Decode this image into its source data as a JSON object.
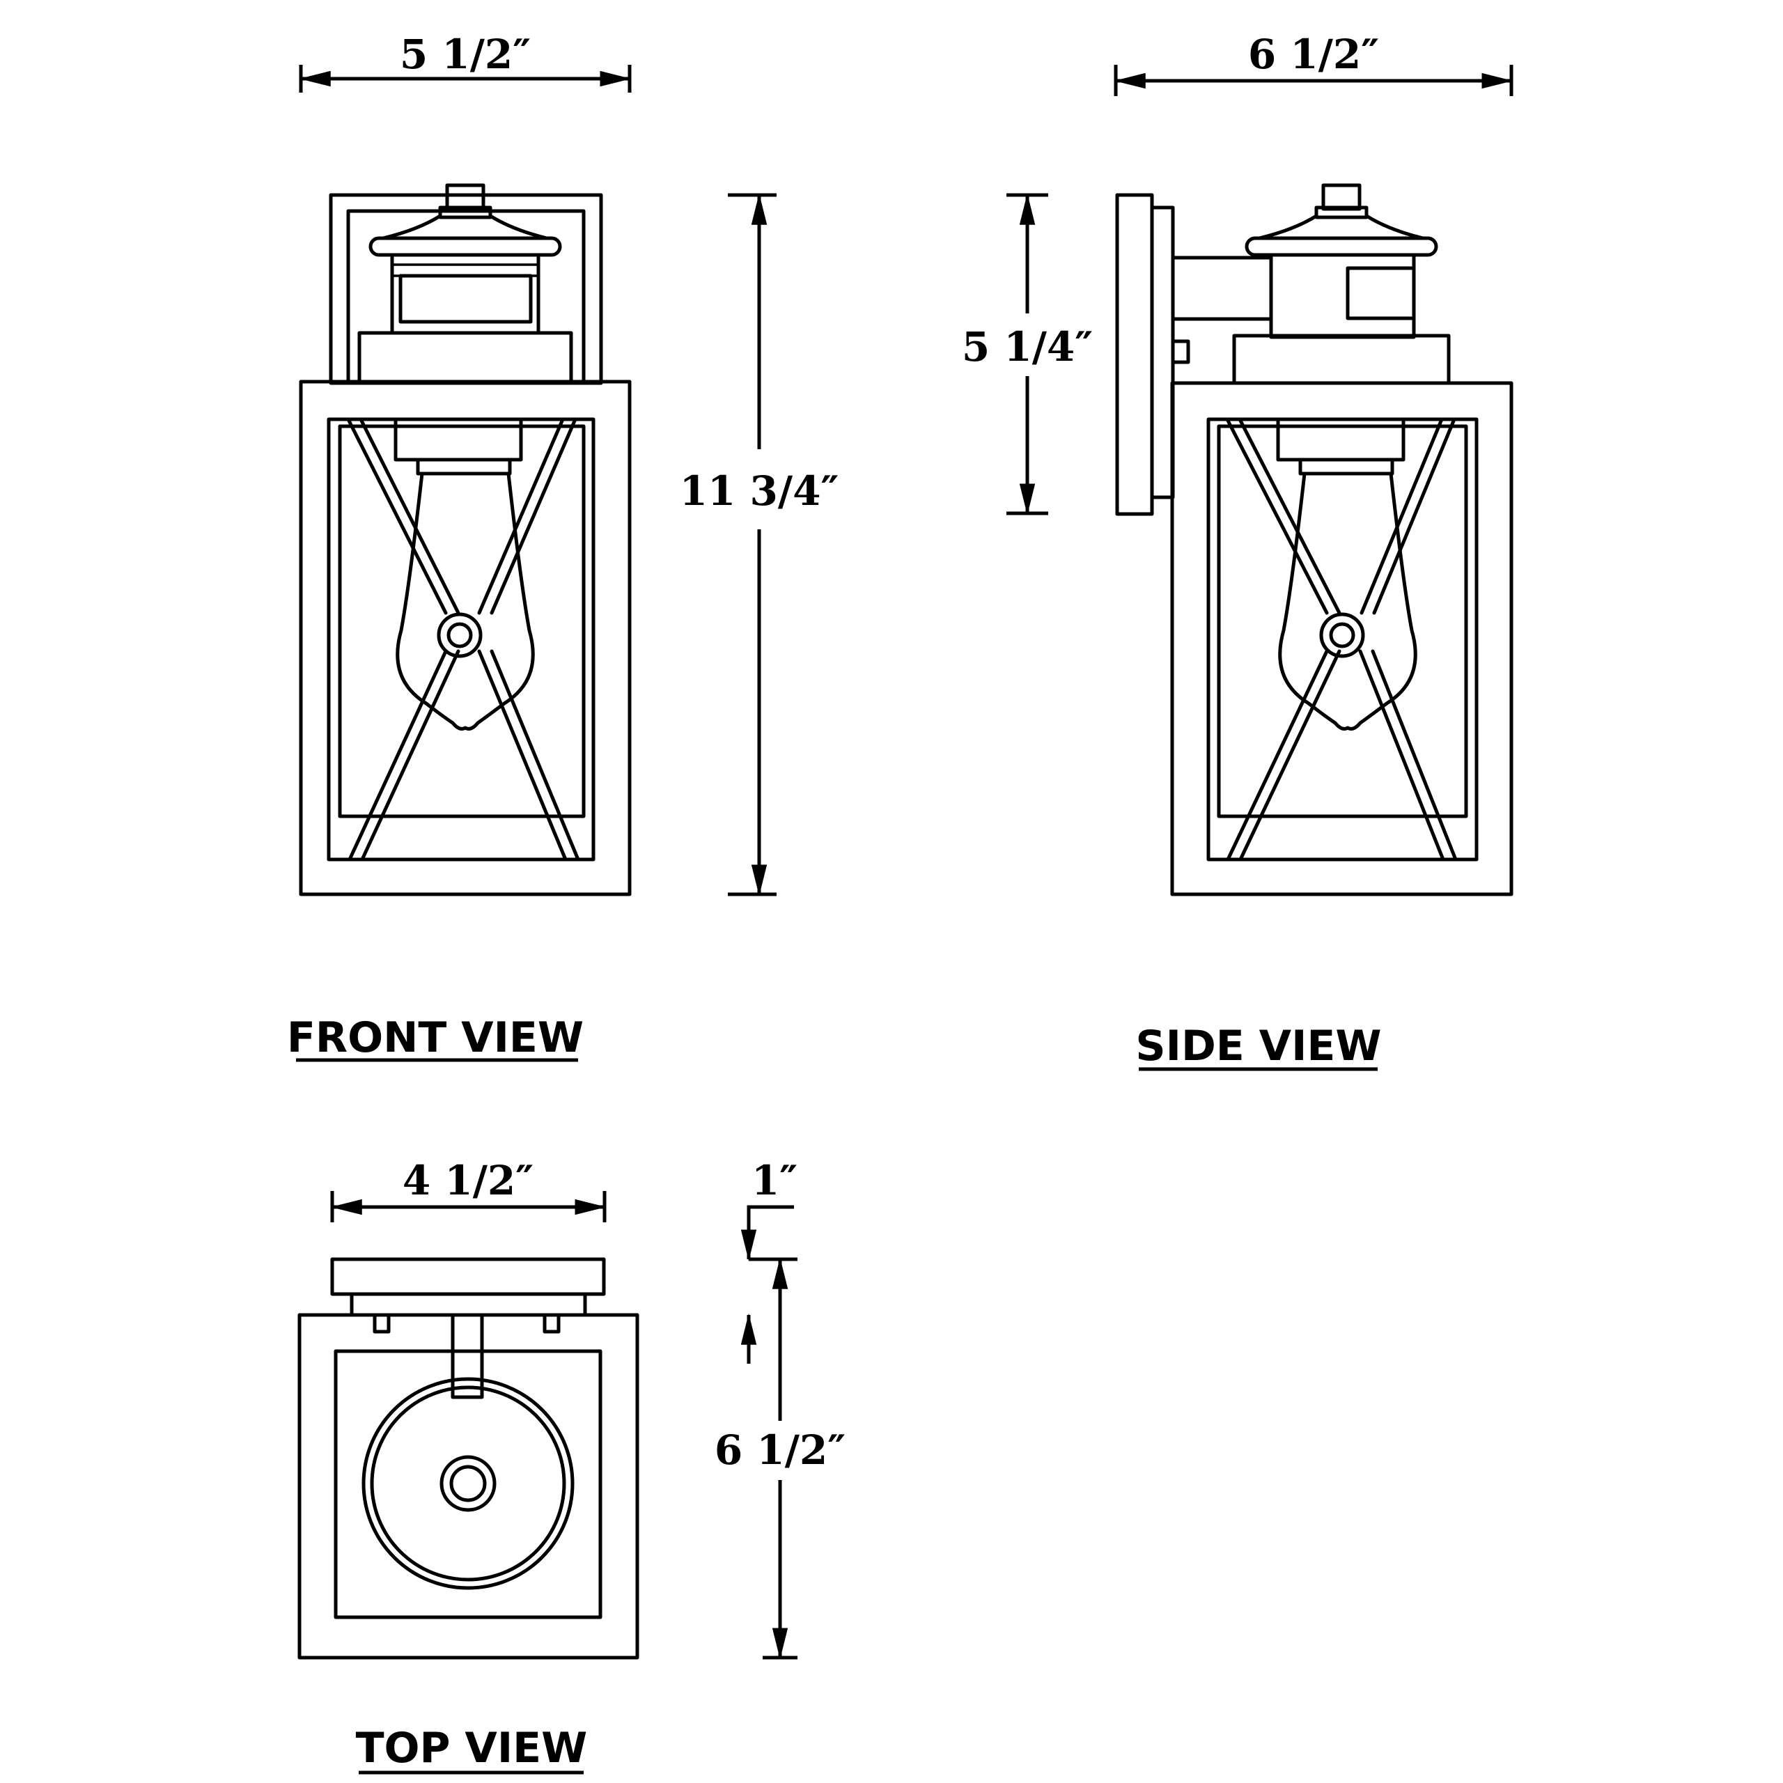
{
  "views": {
    "front": {
      "title": "FRONT VIEW"
    },
    "side": {
      "title": "SIDE VIEW"
    },
    "top": {
      "title": "TOP VIEW"
    }
  },
  "dimensions": {
    "front_width": "5 1/2″",
    "front_height": "11 3/4″",
    "side_width": "6 1/2″",
    "side_mount_height": "5 1/4″",
    "top_width": "4 1/2″",
    "top_backplate": "1″",
    "top_depth": "6 1/2″"
  },
  "colors": {
    "line": "#000000",
    "background": "#ffffff"
  }
}
